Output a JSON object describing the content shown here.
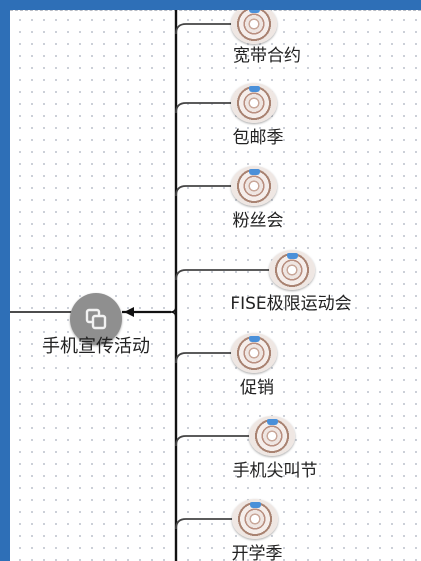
{
  "diagram": {
    "root": {
      "label": "手机宣传活动",
      "icon": "copy-icon"
    },
    "children": [
      {
        "label": "宽带合约",
        "icon": "target-node-icon"
      },
      {
        "label": "包邮季",
        "icon": "target-node-icon"
      },
      {
        "label": "粉丝会",
        "icon": "target-node-icon"
      },
      {
        "label": "FISE极限运动会",
        "icon": "target-node-icon"
      },
      {
        "label": "促销",
        "icon": "target-node-icon"
      },
      {
        "label": "手机尖叫节",
        "icon": "target-node-icon"
      },
      {
        "label": "开学季",
        "icon": "target-node-icon"
      }
    ]
  },
  "colors": {
    "frame": "#2e6fb7",
    "canvas": "#ffffff",
    "root_node": "#8f8f8f",
    "node_pin": "#4a90d9",
    "connector": "#111111"
  }
}
